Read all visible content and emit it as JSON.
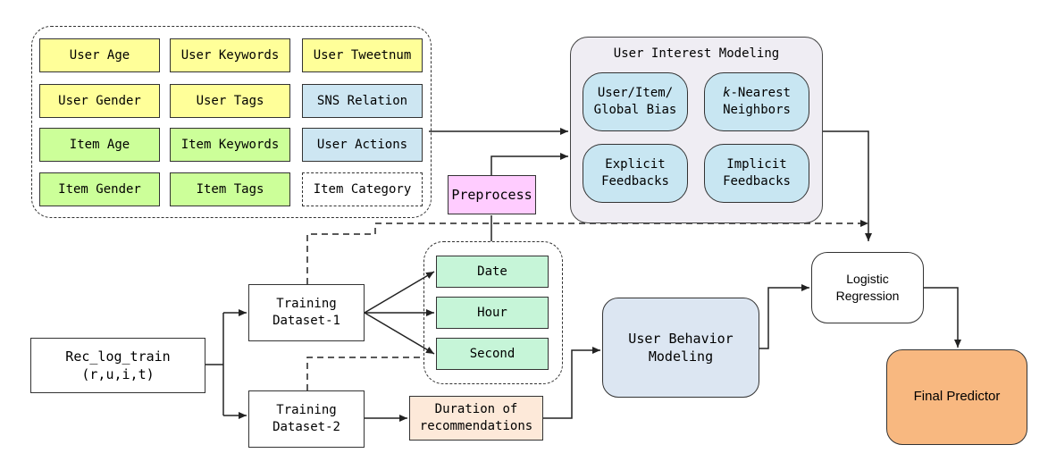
{
  "features": {
    "user_age": "User Age",
    "user_keywords": "User Keywords",
    "user_tweetnum": "User Tweetnum",
    "user_gender": "User Gender",
    "user_tags": "User Tags",
    "sns_relation": "SNS Relation",
    "item_age": "Item Age",
    "item_keywords": "Item Keywords",
    "user_actions": "User Actions",
    "item_gender": "Item Gender",
    "item_tags": "Item Tags",
    "item_category": "Item Category"
  },
  "preprocess": "Preprocess",
  "interest_modeling": {
    "title": "User Interest Modeling",
    "bias": "User/Item/\nGlobal Bias",
    "knn_k": "k",
    "knn_rest": "-Nearest\nNeighbors",
    "explicit": "Explicit\nFeedbacks",
    "implicit": "Implicit\nFeedbacks"
  },
  "time_features": {
    "date": "Date",
    "hour": "Hour",
    "second": "Second"
  },
  "rec_log": "Rec_log_train\n(r,u,i,t)",
  "training1": "Training\nDataset-1",
  "training2": "Training\nDataset-2",
  "duration": "Duration of\nrecommendations",
  "behavior_modeling": "User Behavior\nModeling",
  "logistic": "Logistic\nRegression",
  "final": "Final Predictor",
  "colors": {
    "yellow": "#ffff99",
    "green": "#ccff99",
    "blue": "#cde6f2",
    "mint": "#c6f5d8",
    "pink": "#ffccff",
    "peach": "#fde9d9",
    "behavior": "#dce6f2",
    "final": "#f8b880",
    "panel": "#efedf3"
  }
}
